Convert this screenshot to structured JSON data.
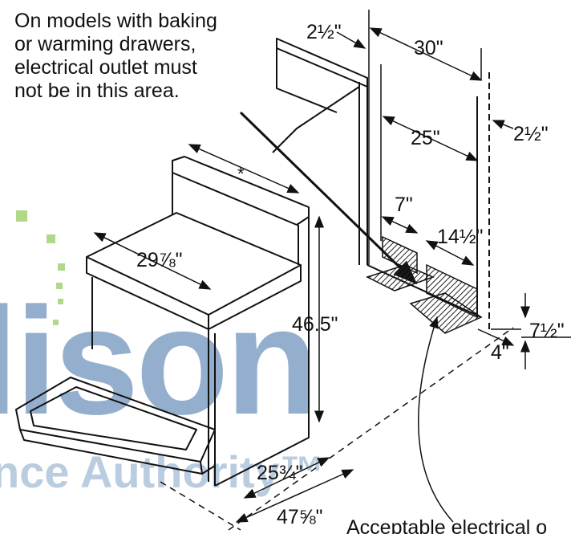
{
  "note_top_left": [
    "On models with baking",
    "or warming drawers,",
    "electrical outlet must",
    "not be in this area."
  ],
  "note_bottom": "Acceptable electrical o",
  "dimensions": {
    "side_offset_top": "2½\"",
    "cabinet_width": "30\"",
    "inner_width": "25\"",
    "side_offset_right": "2½\"",
    "left_zone_width": "7\"",
    "right_zone_width": "14½\"",
    "zone_height": "7½\"",
    "zone_depth": "4\"",
    "cooktop_width": "29⅞\"",
    "range_height": "46.5\"",
    "range_depth": "25¾\"",
    "depth_with_door_open": "47⅝\"",
    "asterisk": "*"
  },
  "watermark": {
    "big": "lison",
    "small": "nce Authority™"
  },
  "colors": {
    "line": "#111111",
    "hatch": "#222222",
    "watermark": "#3b6fa6",
    "dots": "#9ccf6b"
  }
}
